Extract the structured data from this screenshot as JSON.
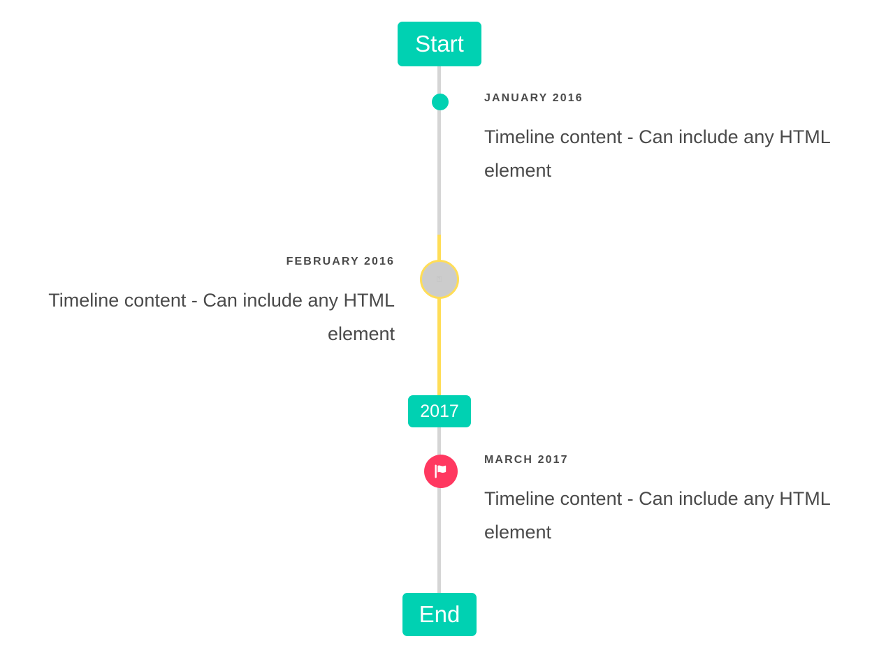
{
  "timeline": {
    "start_label": "Start",
    "end_label": "End",
    "middle_label": "2017",
    "colors": {
      "accent_teal": "#00d1b2",
      "rail_gray": "#d5d5d5",
      "rail_yellow": "#ffdd57",
      "marker_pink": "#ff3860",
      "text": "#4a4a4a",
      "background": "#ffffff"
    },
    "entries": [
      {
        "id": "january-2016",
        "header": "JANUARY 2016",
        "body": "Timeline content - Can include any HTML element",
        "side": "right",
        "marker": "dot-icon",
        "marker_color": "#00d1b2"
      },
      {
        "id": "february-2016",
        "header": "FEBRUARY 2016",
        "body": "Timeline content - Can include any HTML element",
        "side": "left",
        "marker": "broken-image-icon",
        "marker_color": "#cccccc",
        "marker_border_color": "#ffdd57",
        "broken_glyph": "⍰"
      },
      {
        "id": "march-2017",
        "header": "MARCH 2017",
        "body": "Timeline content - Can include any HTML element",
        "side": "right",
        "marker": "flag-icon",
        "marker_color": "#ff3860"
      }
    ]
  }
}
